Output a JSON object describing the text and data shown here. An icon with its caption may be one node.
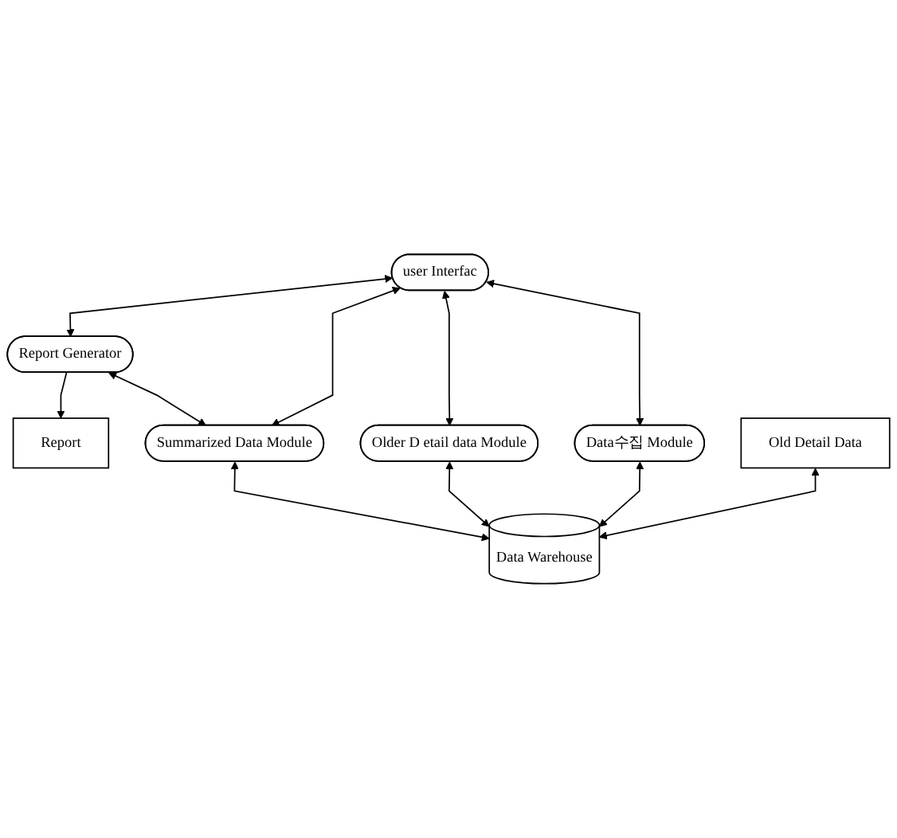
{
  "diagram": {
    "nodes": [
      {
        "text": [
          "user Interfac"
        ]
      },
      {
        "text": [
          "Report Generator"
        ]
      },
      {
        "text": [
          "Report"
        ]
      },
      {
        "text": [
          "Summarized Data Module"
        ]
      },
      {
        "text": [
          "Older D etail data Module"
        ]
      },
      {
        "text": [
          "Data수집 Module"
        ]
      },
      {
        "text": [
          "Old Detail Data"
        ]
      },
      {
        "text": [
          "Data Warehouse"
        ]
      }
    ],
    "edges": [
      {
        "from": 0,
        "to": 1,
        "arrow": "both"
      },
      {
        "from": 1,
        "to": 2,
        "arrow": "to"
      },
      {
        "from": 1,
        "to": 3,
        "arrow": "both"
      },
      {
        "from": 0,
        "to": 3,
        "arrow": "both"
      },
      {
        "from": 0,
        "to": 4,
        "arrow": "both"
      },
      {
        "from": 0,
        "to": 5,
        "arrow": "both"
      },
      {
        "from": 4,
        "to": 7,
        "arrow": "both"
      },
      {
        "from": 5,
        "to": 7,
        "arrow": "both"
      },
      {
        "from": 3,
        "to": 7,
        "arrow": "both"
      },
      {
        "from": 6,
        "to": 7,
        "arrow": "both"
      }
    ]
  }
}
